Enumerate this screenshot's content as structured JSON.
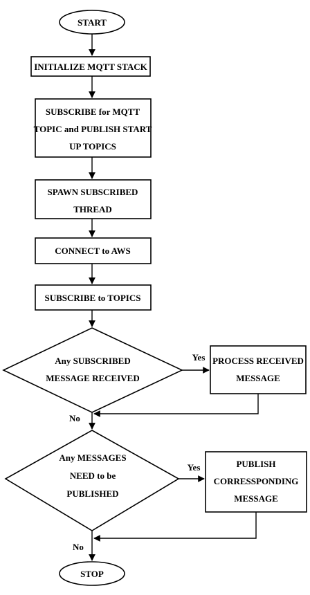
{
  "flowchart": {
    "start": "START",
    "step1": "INITIALIZE MQTT STACK",
    "step2": [
      "SUBSCRIBE for MQTT",
      "TOPIC and PUBLISH START",
      "UP TOPICS"
    ],
    "step3": [
      "SPAWN SUBSCRIBED",
      "THREAD"
    ],
    "step4": "CONNECT to AWS",
    "step5": "SUBSCRIBE to TOPICS",
    "decision1": [
      "Any SUBSCRIBED",
      "MESSAGE RECEIVED"
    ],
    "decision1_yes": "Yes",
    "decision1_no": "No",
    "process1": [
      "PROCESS RECEIVED",
      "MESSAGE"
    ],
    "decision2": [
      "Any MESSAGES",
      "NEED to be",
      "PUBLISHED"
    ],
    "decision2_yes": "Yes",
    "decision2_no": "No",
    "process2": [
      "PUBLISH",
      "CORRESSPONDING",
      "MESSAGE"
    ],
    "stop": "STOP"
  }
}
